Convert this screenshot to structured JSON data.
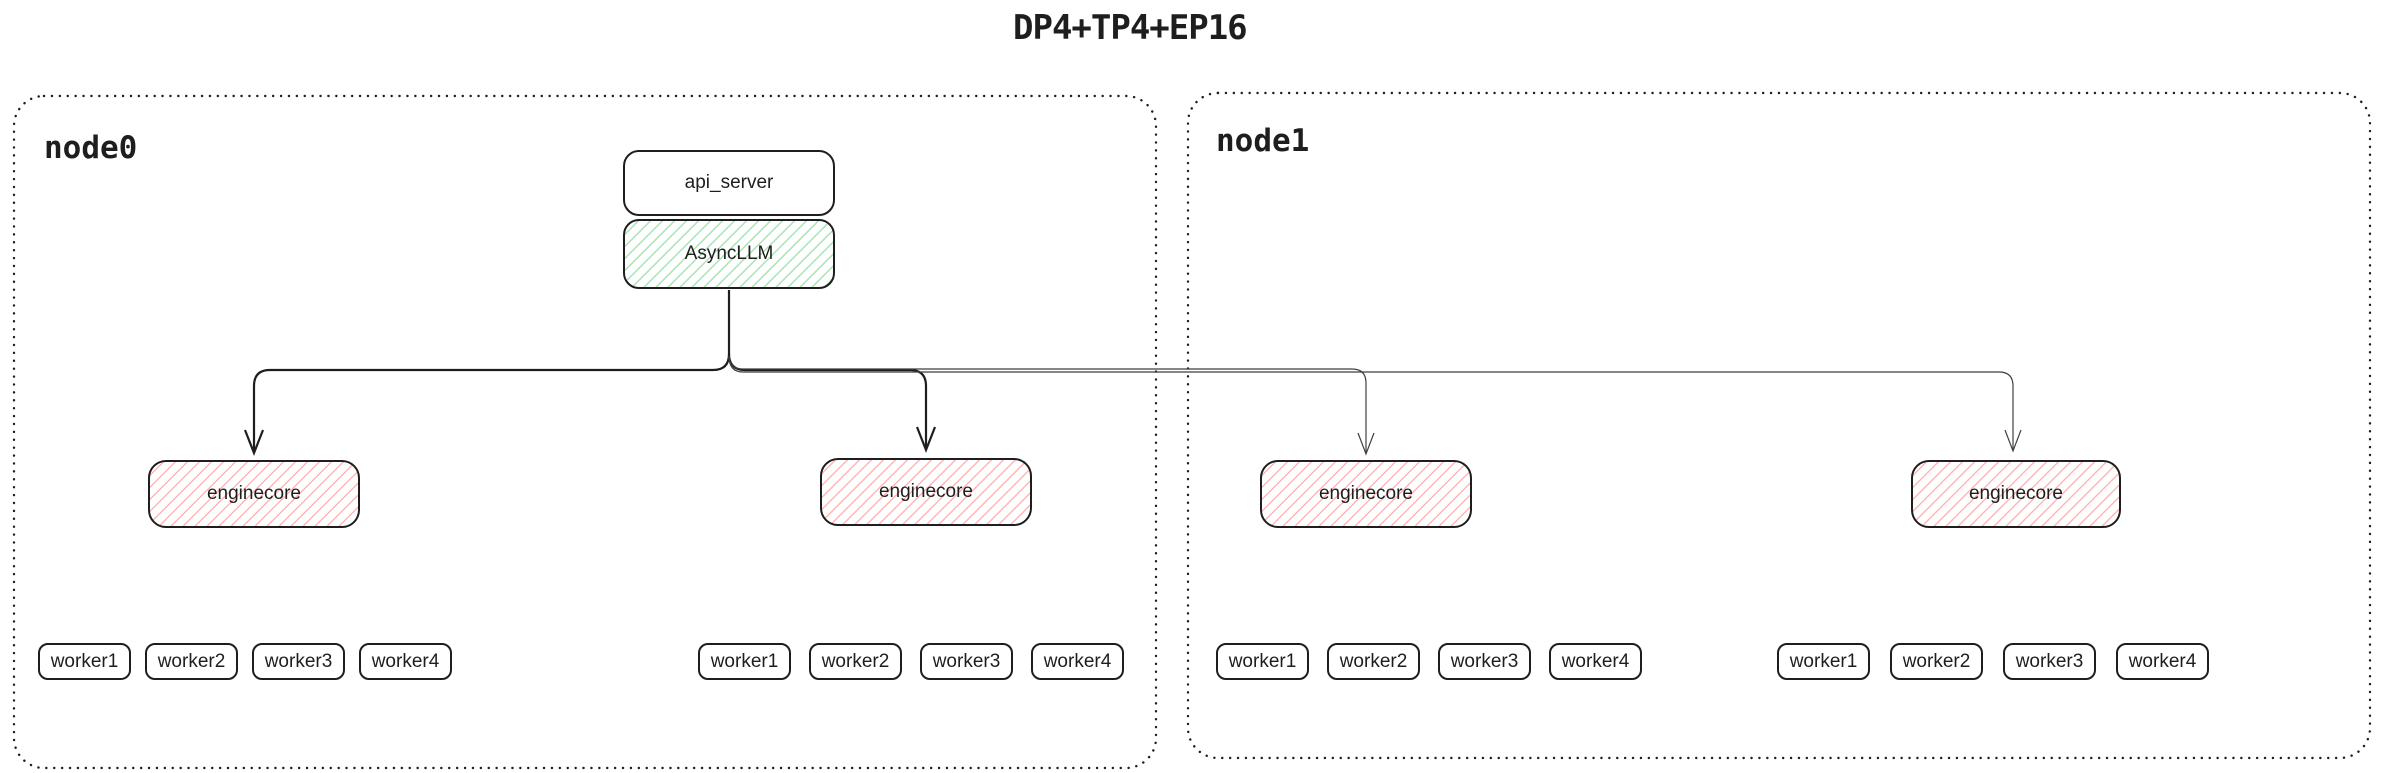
{
  "title": "DP4+TP4+EP16",
  "colors": {
    "ink": "#1e1e1e",
    "green_hatch": "#52c768",
    "red_hatch": "#ff7a7a",
    "thin_connector": "#3f3f3f",
    "background": "#ffffff"
  },
  "nodes": [
    {
      "label": "node0",
      "api_server_label": "api_server",
      "async_llm_label": "AsyncLLM",
      "enginecores": [
        {
          "label": "enginecore",
          "workers": [
            "worker1",
            "worker2",
            "worker3",
            "worker4"
          ]
        },
        {
          "label": "enginecore",
          "workers": [
            "worker1",
            "worker2",
            "worker3",
            "worker4"
          ]
        }
      ]
    },
    {
      "label": "node1",
      "enginecores": [
        {
          "label": "enginecore",
          "workers": [
            "worker1",
            "worker2",
            "worker3",
            "worker4"
          ]
        },
        {
          "label": "enginecore",
          "workers": [
            "worker1",
            "worker2",
            "worker3",
            "worker4"
          ]
        }
      ]
    }
  ]
}
